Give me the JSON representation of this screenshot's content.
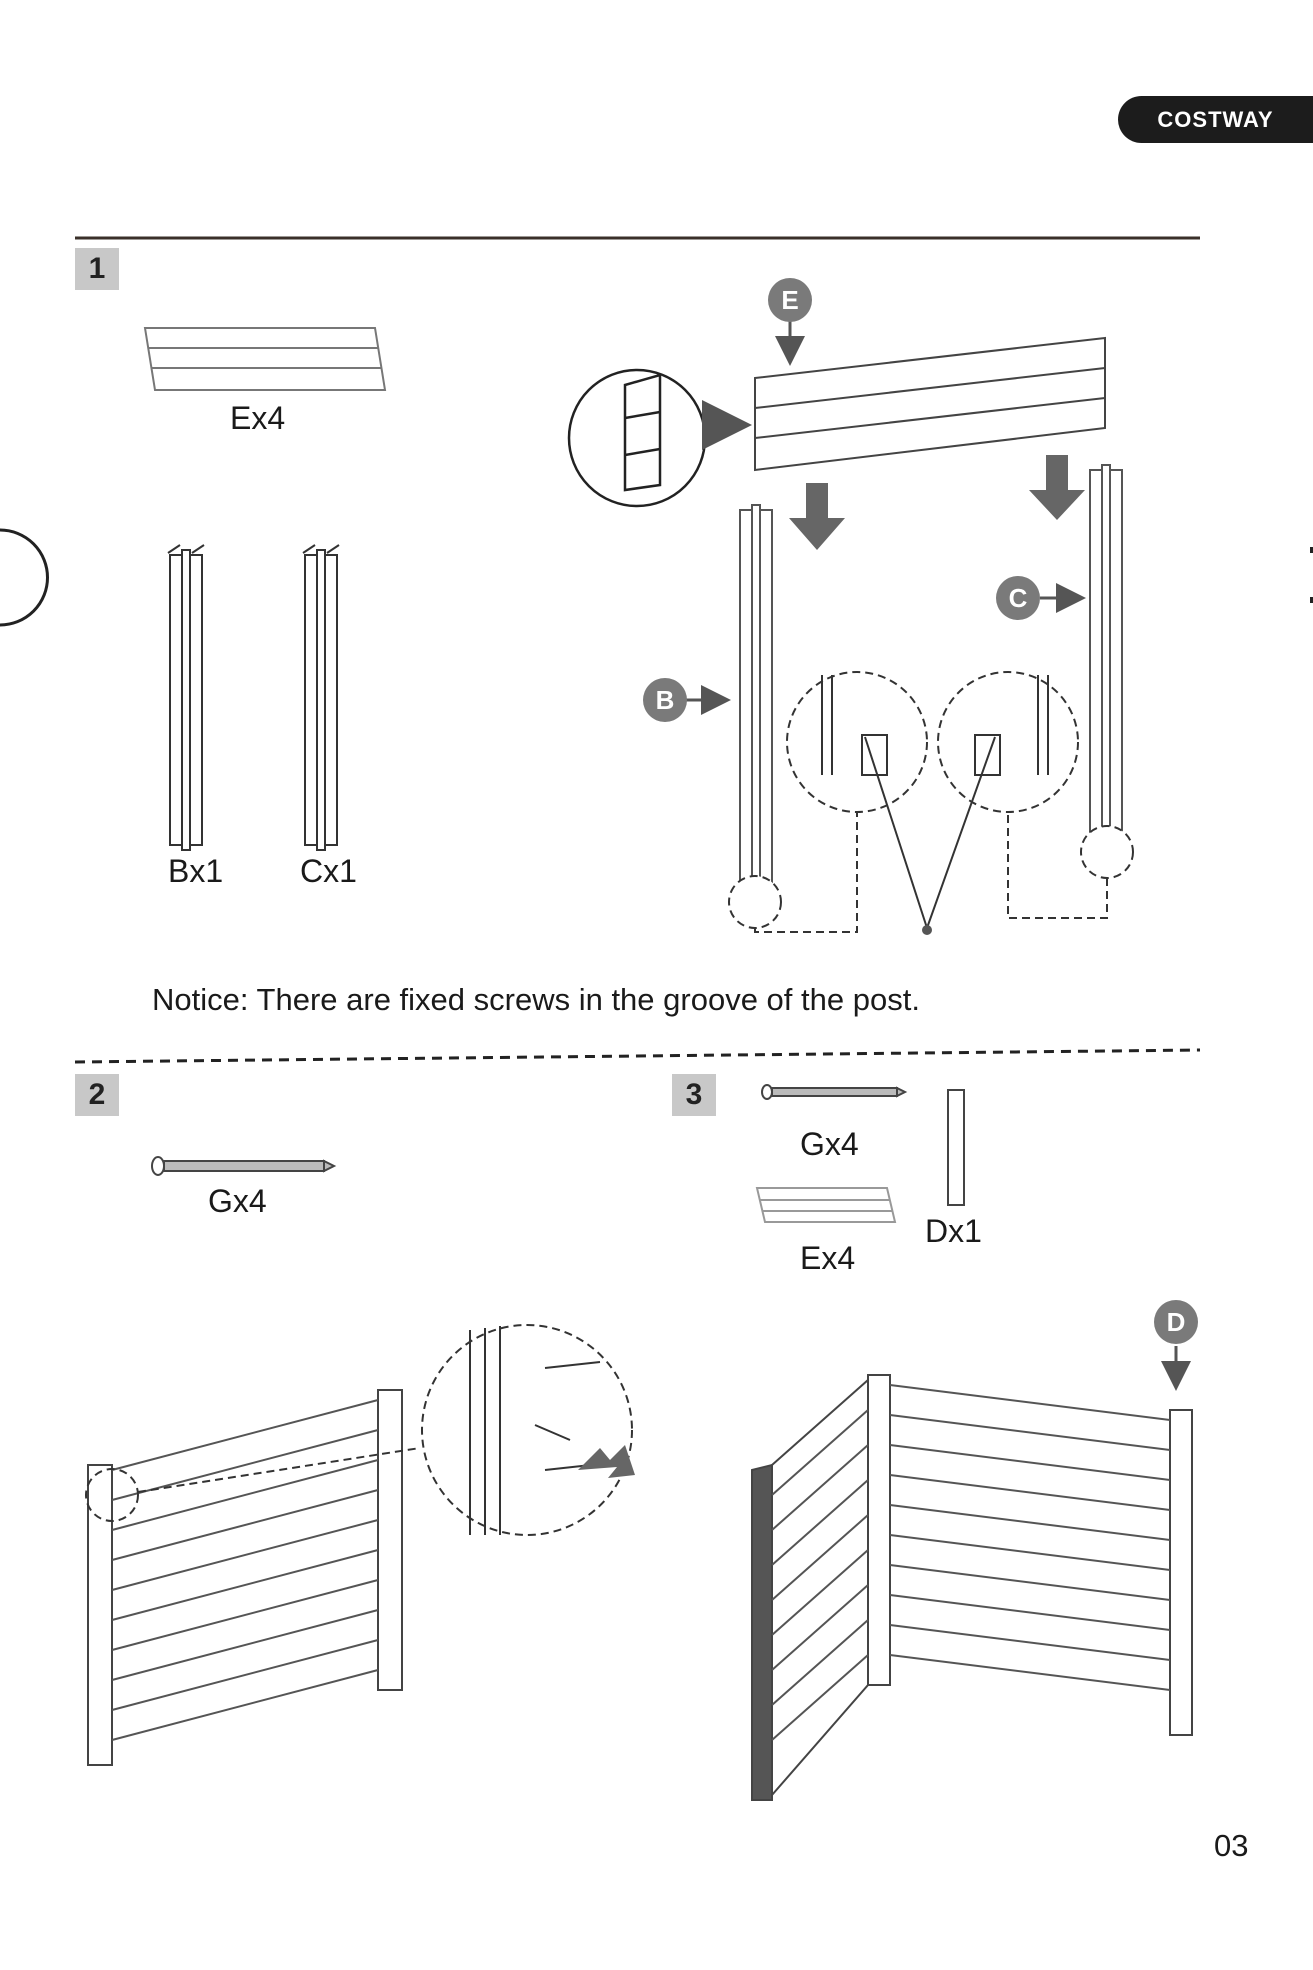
{
  "header": {
    "brand": "COSTWAY"
  },
  "steps": {
    "step1": {
      "number": "1",
      "parts": {
        "e": "Ex4",
        "b": "Bx1",
        "c": "Cx1"
      },
      "callouts": {
        "e": "E",
        "b": "B",
        "c": "C"
      },
      "notice": "Notice: There are fixed screws in the groove of the post."
    },
    "step2": {
      "number": "2",
      "parts": {
        "g": "Gx4"
      }
    },
    "step3": {
      "number": "3",
      "parts": {
        "g": "Gx4",
        "e": "Ex4",
        "d": "Dx1"
      },
      "callouts": {
        "d": "D"
      }
    }
  },
  "footer": {
    "page_number": "03"
  }
}
